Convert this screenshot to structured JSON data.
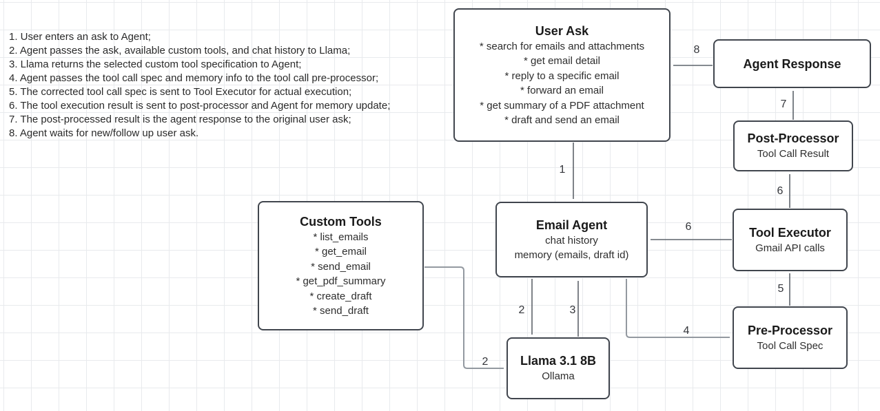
{
  "notes": {
    "items": [
      "1. User enters an ask to Agent;",
      "2. Agent passes the ask, available custom tools, and chat history to Llama;",
      "3. Llama returns the selected custom tool specification to Agent;",
      "4. Agent passes the tool call spec and memory info to the tool call pre-processor;",
      "5. The corrected tool call spec is sent to Tool Executor for actual execution;",
      "6. The tool execution result is sent to post-processor and Agent for memory update;",
      "7. The post-processed result is the agent response to the original user ask;",
      "8. Agent waits for new/follow up user ask."
    ]
  },
  "boxes": {
    "user_ask": {
      "title": "User Ask",
      "items": [
        "* search for emails and attachments",
        "* get email detail",
        "* reply to a specific email",
        "* forward an email",
        "* get summary of a PDF attachment",
        "* draft and send an email"
      ]
    },
    "agent_response": {
      "title": "Agent Response"
    },
    "post_processor": {
      "title": "Post-Processor",
      "subtitle": "Tool Call Result"
    },
    "tool_executor": {
      "title": "Tool Executor",
      "subtitle": "Gmail API calls"
    },
    "email_agent": {
      "title": "Email Agent",
      "items": [
        "chat history",
        "memory (emails, draft id)"
      ]
    },
    "pre_processor": {
      "title": "Pre-Processor",
      "subtitle": "Tool Call Spec"
    },
    "custom_tools": {
      "title": "Custom Tools",
      "items": [
        "* list_emails",
        "* get_email",
        "* send_email",
        "* get_pdf_summary",
        "* create_draft",
        "* send_draft"
      ]
    },
    "llama": {
      "title": "Llama 3.1 8B",
      "subtitle": "Ollama"
    }
  },
  "edge_labels": {
    "e1": "1",
    "e2a": "2",
    "e2b": "2",
    "e3": "3",
    "e4": "4",
    "e5": "5",
    "e6a": "6",
    "e6b": "6",
    "e7": "7",
    "e8": "8"
  },
  "colors": {
    "box_border": "#40454d",
    "edge_dark": "#5d636b",
    "edge_light": "#9399a0",
    "arrowhead": "#454b54",
    "grid": "#e8eaed"
  }
}
